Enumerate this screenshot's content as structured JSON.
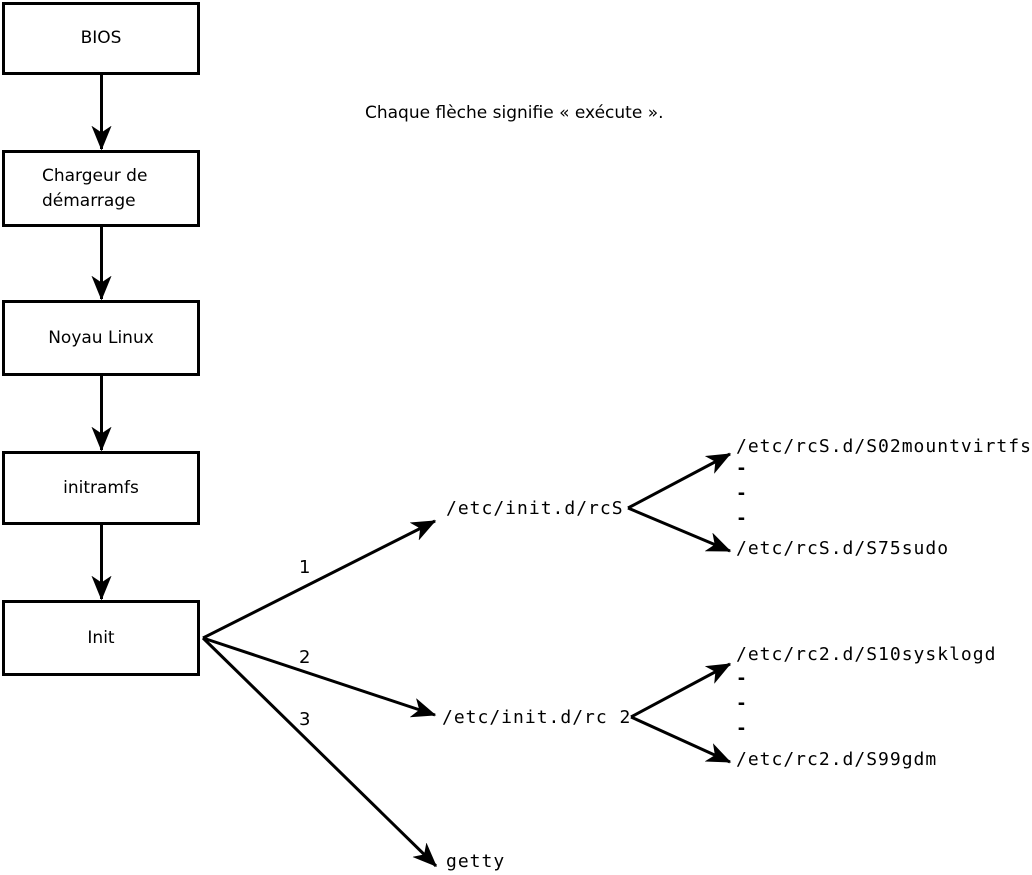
{
  "note": {
    "text": "Chaque flèche signifie « exécute »."
  },
  "boot_chain": [
    {
      "label": "BIOS"
    },
    {
      "label": "Chargeur de démarrage"
    },
    {
      "label": "Noyau Linux"
    },
    {
      "label": "initramfs"
    },
    {
      "label": "Init"
    }
  ],
  "init_branches": [
    {
      "number": "1",
      "target": "/etc/init.d/rcS"
    },
    {
      "number": "2",
      "target": "/etc/init.d/rc 2"
    },
    {
      "number": "3",
      "target": "getty"
    }
  ],
  "rcS_branch": {
    "label": "/etc/init.d/rcS",
    "script_first": "/etc/rcS.d/S02mountvirtfs",
    "dots": [
      "-",
      "-",
      "-"
    ],
    "script_last": "/etc/rcS.d/S75sudo"
  },
  "rc2_branch": {
    "label": "/etc/init.d/rc 2",
    "script_first": "/etc/rc2.d/S10sysklogd",
    "dots": [
      "-",
      "-",
      "-"
    ],
    "script_last": "/etc/rc2.d/S99gdm"
  },
  "colors": {
    "line": "#000000",
    "background": "#ffffff"
  }
}
